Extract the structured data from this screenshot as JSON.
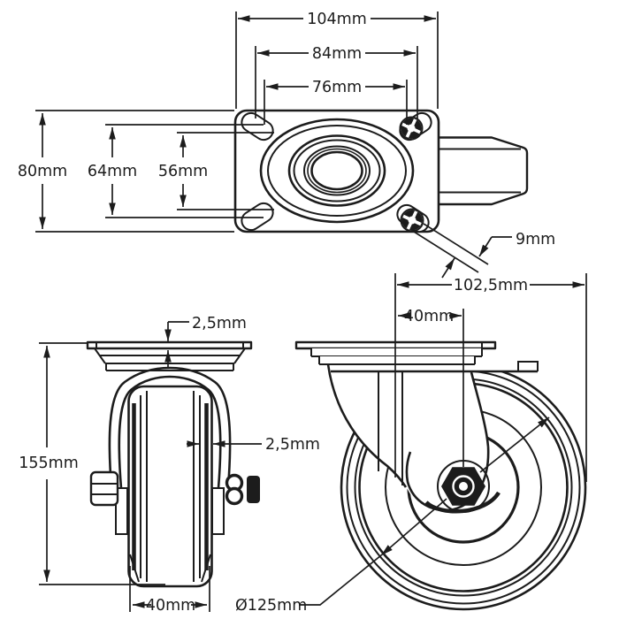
{
  "drawing": {
    "background": "#ffffff",
    "ink": "#1c1c1c",
    "views": {
      "top": {
        "name": "mounting-plate-top-view",
        "dims": {
          "plate_width": "104mm",
          "bolt_spacing_w": "84mm",
          "slot_inner_w": "76mm",
          "plate_depth": "80mm",
          "bolt_spacing_d": "64mm",
          "slot_inner_d": "56mm",
          "slot_width": "9mm"
        }
      },
      "front": {
        "name": "caster-front-view",
        "dims": {
          "overall_height": "155mm",
          "plate_thickness": "2,5mm",
          "tread_thickness": "2,5mm",
          "wheel_width": "40mm"
        }
      },
      "side": {
        "name": "caster-side-view",
        "dims": {
          "overall_length": "102,5mm",
          "swivel_offset": "40mm",
          "wheel_diameter": "Ø125mm"
        }
      }
    }
  }
}
